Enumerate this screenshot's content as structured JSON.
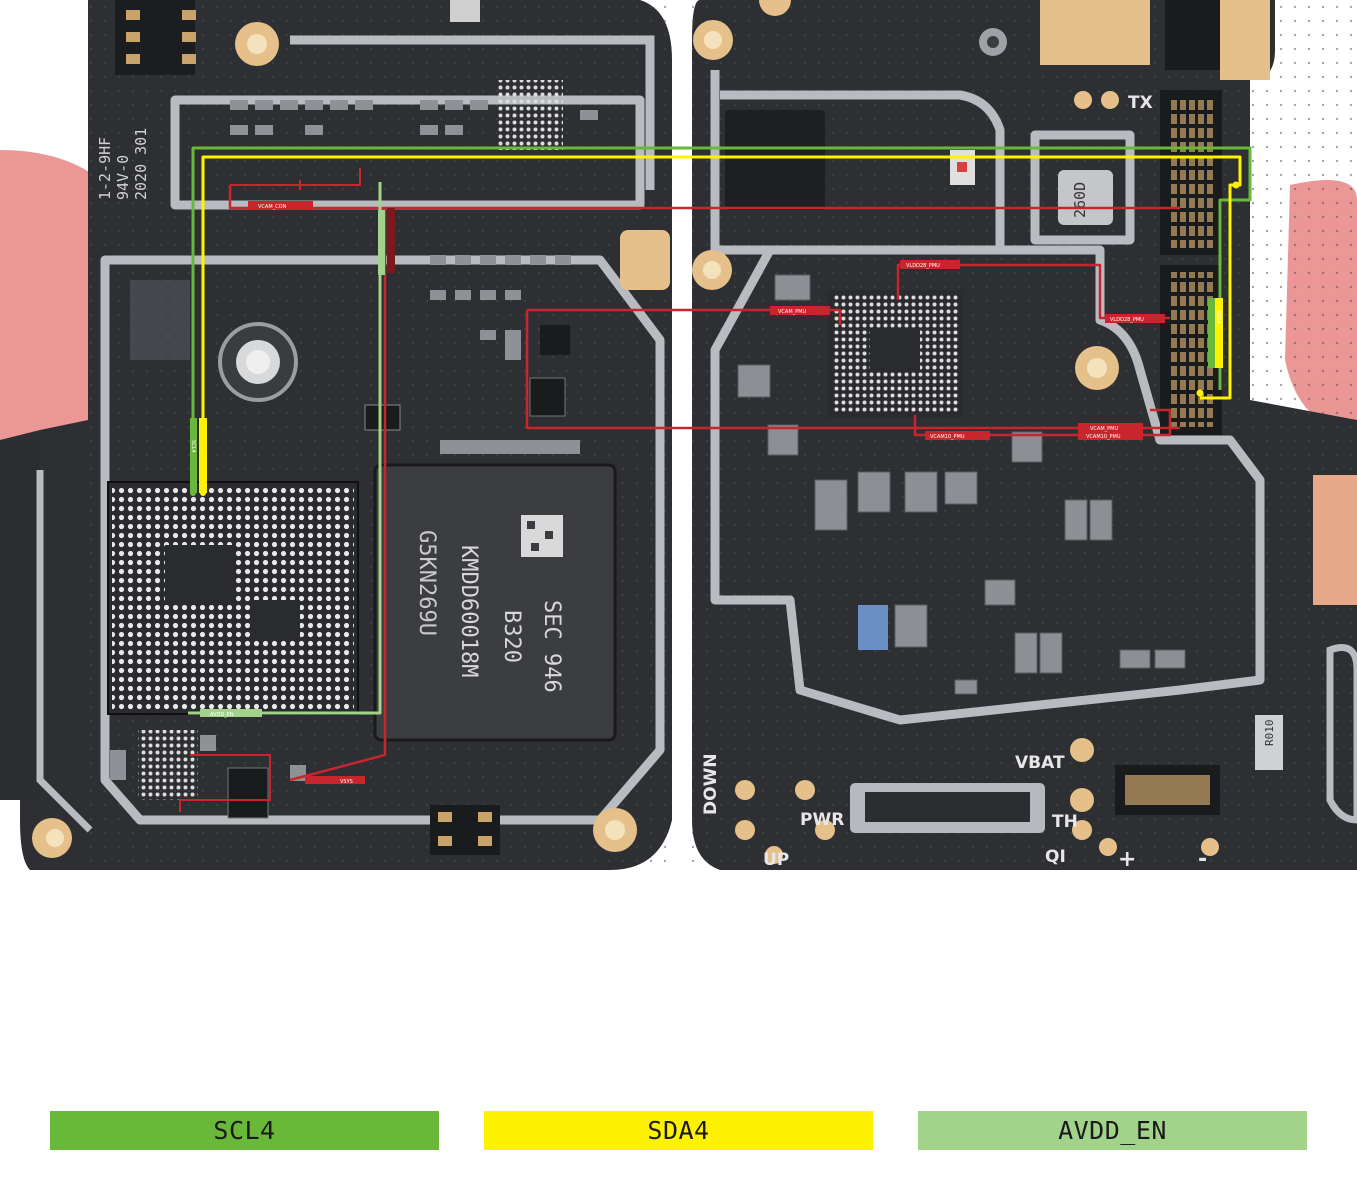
{
  "board": {
    "left_labels": {
      "pcb_code": [
        "1-2-9HF",
        "94V-0",
        "2020 301"
      ],
      "memory_chip": [
        "SEC 946",
        "B320",
        "KMDD60018M",
        "G5KN269U"
      ]
    },
    "right_labels": {
      "tx": "TX",
      "vbat": "VBAT",
      "pwr": "PWR",
      "th": "TH",
      "down": "DOWN",
      "up": "UP",
      "qi": "QI",
      "plus": "+",
      "minus": "-",
      "crystal": "260D",
      "resistor": "R010"
    },
    "nets": {
      "vcam_con": "VCAM_CON",
      "vcam_pmu": "VCAM_PMU",
      "vldo28_pmu": "VLDO28_PMU",
      "vcam10_pmu": "VCAM10_PMU",
      "vcam_pmu2": "VCAM_PMU",
      "vcam10_pmu2": "VCAM10_PMU",
      "avdd_en": "AVDD_EN",
      "scl4": "SCL4",
      "sda4": "SDA4",
      "vsys": "VSYS"
    }
  },
  "legend": [
    {
      "label": "SCL4",
      "color": "#6ab83a"
    },
    {
      "label": "SDA4",
      "color": "#fff200"
    },
    {
      "label": "AVDD_EN",
      "color": "#a1d38a"
    }
  ],
  "colors": {
    "pcb": "#2d2f33",
    "shield": "#b8bcc0",
    "pad": "#e5c08a",
    "trace_red": "#c8262c",
    "watermark": "#d9413f"
  }
}
